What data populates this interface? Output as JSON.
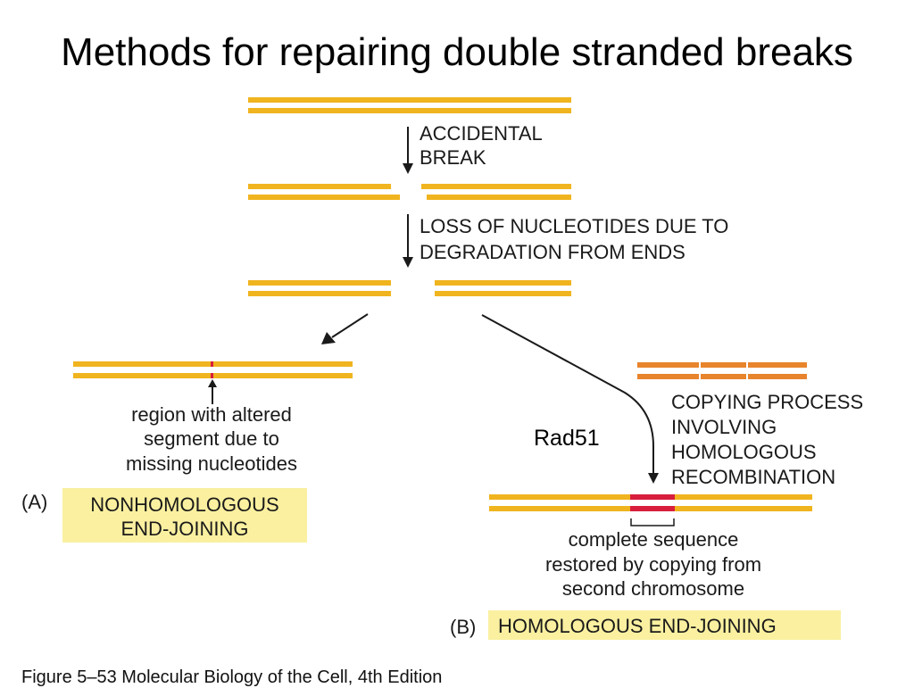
{
  "title": "Methods for repairing double stranded breaks",
  "labels": {
    "accidental": [
      "ACCIDENTAL",
      "BREAK"
    ],
    "loss": [
      "LOSS OF NUCLEOTIDES DUE TO",
      "DEGRADATION FROM ENDS"
    ],
    "region": [
      "region with altered",
      "segment due to",
      "missing nucleotides"
    ],
    "copying": [
      "COPYING PROCESS",
      "INVOLVING",
      "HOMOLOGOUS",
      "RECOMBINATION"
    ],
    "rad51": "Rad51",
    "complete": [
      "complete sequence",
      "restored by copying from",
      "second chromosome"
    ]
  },
  "panels": {
    "a": {
      "letter": "(A)",
      "name": [
        "NONHOMOLOGOUS",
        "END-JOINING"
      ]
    },
    "b": {
      "letter": "(B)",
      "name": "HOMOLOGOUS END-JOINING"
    }
  },
  "caption": "Figure 5–53  Molecular Biology of the Cell, 4th Edition",
  "colors": {
    "strand": "#f0b41e",
    "homolog": "#e8842c",
    "repair": "#d81e3c",
    "highlight": "#faf0a0"
  }
}
